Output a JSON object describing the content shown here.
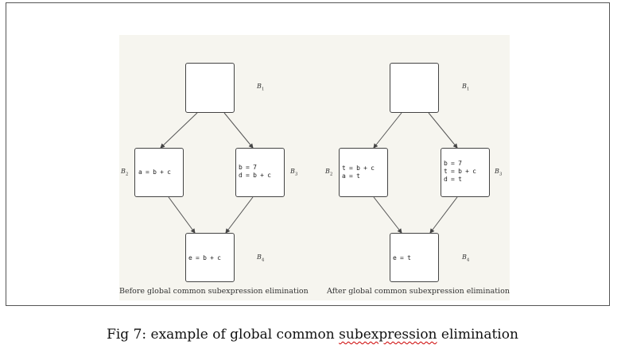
{
  "before": {
    "caption": "Before global common subexpression elimination",
    "blocks": [
      {
        "label_main": "B",
        "label_sub": "1",
        "lines": []
      },
      {
        "label_main": "B",
        "label_sub": "2",
        "lines": [
          "a = b + c"
        ]
      },
      {
        "label_main": "B",
        "label_sub": "3",
        "lines": [
          "b = 7",
          "d = b + c"
        ]
      },
      {
        "label_main": "B",
        "label_sub": "4",
        "lines": [
          "e = b + c"
        ]
      }
    ]
  },
  "after": {
    "caption": "After global common subexpression elimination",
    "blocks": [
      {
        "label_main": "B",
        "label_sub": "1",
        "lines": []
      },
      {
        "label_main": "B",
        "label_sub": "2",
        "lines": [
          "t = b + c",
          "a = t"
        ]
      },
      {
        "label_main": "B",
        "label_sub": "3",
        "lines": [
          "b = 7",
          "t = b + c",
          "d = t"
        ]
      },
      {
        "label_main": "B",
        "label_sub": "4",
        "lines": [
          "e = t"
        ]
      }
    ]
  },
  "caption": {
    "prefix": "Fig 7: example of global common ",
    "flagged_word": "subexpression",
    "suffix": " elimination"
  }
}
